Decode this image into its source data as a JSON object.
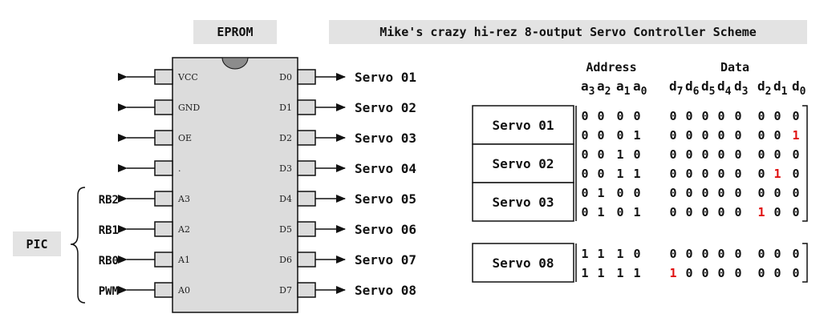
{
  "title": "Mike's crazy hi-rez 8-output Servo Controller Scheme",
  "chip_label": "EPROM",
  "pic_label": "PIC",
  "left_pins": [
    {
      "pin": "VCC",
      "signal": ""
    },
    {
      "pin": "GND",
      "signal": ""
    },
    {
      "pin": "OE",
      "signal": ""
    },
    {
      "pin": ".",
      "signal": ""
    },
    {
      "pin": "A3",
      "signal": "RB2"
    },
    {
      "pin": "A2",
      "signal": "RB1"
    },
    {
      "pin": "A1",
      "signal": "RB0"
    },
    {
      "pin": "A0",
      "signal": "PWM"
    }
  ],
  "right_pins": [
    {
      "pin": "D0",
      "output": "Servo 01"
    },
    {
      "pin": "D1",
      "output": "Servo 02"
    },
    {
      "pin": "D2",
      "output": "Servo 03"
    },
    {
      "pin": "D3",
      "output": "Servo 04"
    },
    {
      "pin": "D4",
      "output": "Servo 05"
    },
    {
      "pin": "D5",
      "output": "Servo 06"
    },
    {
      "pin": "D6",
      "output": "Servo 07"
    },
    {
      "pin": "D7",
      "output": "Servo 08"
    }
  ],
  "table": {
    "address_header": "Address",
    "data_header": "Data",
    "address_bits": [
      {
        "base": "a",
        "sub": "3"
      },
      {
        "base": "a",
        "sub": "2"
      },
      {
        "base": "a",
        "sub": "1"
      },
      {
        "base": "a",
        "sub": "0"
      }
    ],
    "data_bits": [
      {
        "base": "d",
        "sub": "7"
      },
      {
        "base": "d",
        "sub": "6"
      },
      {
        "base": "d",
        "sub": "5"
      },
      {
        "base": "d",
        "sub": "4"
      },
      {
        "base": "d",
        "sub": "3"
      },
      {
        "base": "d",
        "sub": "2"
      },
      {
        "base": "d",
        "sub": "1"
      },
      {
        "base": "d",
        "sub": "0"
      }
    ],
    "groups": [
      {
        "label": "Servo 01",
        "rows": [
          {
            "addr": "0000",
            "data": "00000000",
            "hi": -1
          },
          {
            "addr": "0001",
            "data": "00000001",
            "hi": 7
          }
        ]
      },
      {
        "label": "Servo 02",
        "rows": [
          {
            "addr": "0010",
            "data": "00000000",
            "hi": -1
          },
          {
            "addr": "0011",
            "data": "00000010",
            "hi": 6
          }
        ]
      },
      {
        "label": "Servo 03",
        "rows": [
          {
            "addr": "0100",
            "data": "00000000",
            "hi": -1
          },
          {
            "addr": "0101",
            "data": "00000100",
            "hi": 5
          }
        ]
      },
      {
        "label": "Servo 08",
        "rows": [
          {
            "addr": "1110",
            "data": "00000000",
            "hi": -1
          },
          {
            "addr": "1111",
            "data": "10000000",
            "hi": 0
          }
        ]
      }
    ]
  },
  "colors": {
    "highlight": "#e01010",
    "chip_fill": "#dcdcdc",
    "label_bg": "#e3e3e3",
    "notch": "#8c8c8c"
  }
}
